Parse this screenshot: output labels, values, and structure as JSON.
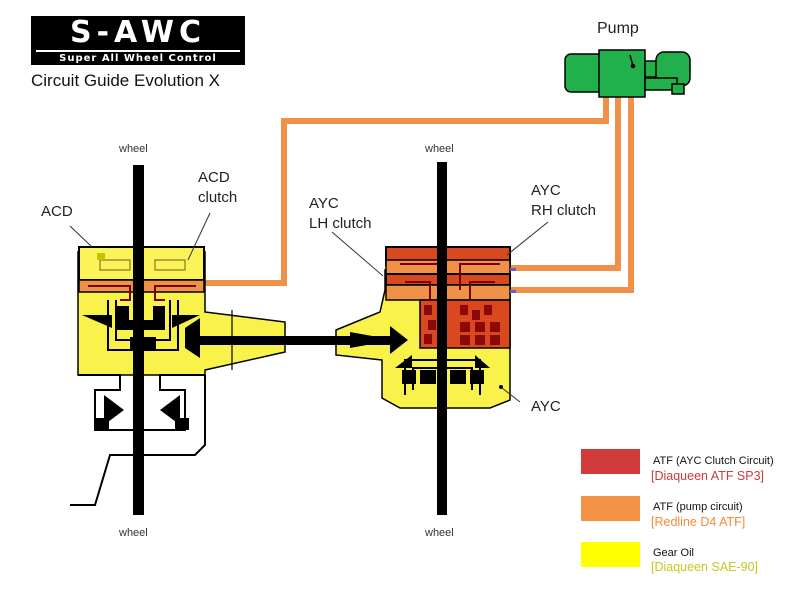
{
  "logo": {
    "title": "S-AWC",
    "subtitle": "Super All Wheel Control"
  },
  "guide_title": "Circuit Guide Evolution X",
  "labels": {
    "pump": "Pump",
    "wheel_top_left": "wheel",
    "wheel_top_right": "wheel",
    "wheel_bottom_left": "wheel",
    "wheel_bottom_right": "wheel",
    "acd": "ACD",
    "acd_clutch_line1": "ACD",
    "acd_clutch_line2": "clutch",
    "ayc_lh_line1": "AYC",
    "ayc_lh_line2": "LH clutch",
    "ayc_rh_line1": "AYC",
    "ayc_rh_line2": "RH clutch",
    "ayc": "AYC"
  },
  "legend": [
    {
      "name": "ATF (AYC Clutch Circuit)",
      "fluid": "[Diaqueen ATF SP3]",
      "color": "#d23b3b",
      "text_color": "#c83c3c"
    },
    {
      "name": "ATF (pump circuit)",
      "fluid": "[Redline D4 ATF]",
      "color": "#f39244",
      "text_color": "#ef8c3c"
    },
    {
      "name": "Gear Oil",
      "fluid": "[Diaqueen SAE-90]",
      "color": "#ffff00",
      "text_color": "#c8c81e"
    }
  ],
  "colors": {
    "gear_oil": "#f9f24a",
    "pump_atf": "#f0914a",
    "ayc_atf": "#d9481f",
    "pump_body": "#21b04b",
    "shaft": "#000000"
  }
}
